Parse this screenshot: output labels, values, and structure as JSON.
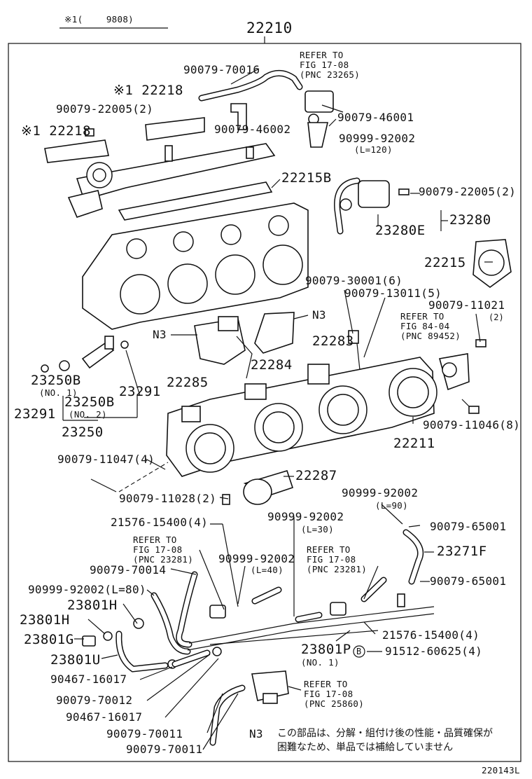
{
  "header": {
    "note_ref": "※1(　　 9808)",
    "assembly_number": "22210",
    "figure_code": "220143L"
  },
  "labels": {
    "l_90079_70016": "90079-70016",
    "refer_fig_17_08_a": [
      "REFER TO",
      "FIG 17-08",
      "(PNC 23265)"
    ],
    "l_22218_upper": "※1 22218",
    "l_90079_22005_2": "90079-22005(2)",
    "l_90079_46001": "90079-46001",
    "l_22218_lower": "※1 22218",
    "l_90079_46002": "90079-46002",
    "l_90999_92002_120": "90999-92002",
    "l_120": "(L=120)",
    "l_22215B": "22215B",
    "l_90079_22005_2_right": "90079-22005(2)",
    "l_23280": "23280",
    "l_23280E": "23280E",
    "l_22215": "22215",
    "l_90079_30001_6": "90079-30001(6)",
    "l_90079_13011_5": "90079-13011(5)",
    "l_90079_11021": "90079-11021",
    "l_2_small": "(2)",
    "l_N3_right": "N3",
    "l_N3_left": "N3",
    "refer_fig_84_04": [
      "REFER TO",
      "FIG 84-04",
      "(PNC 89452)"
    ],
    "l_22283": "22283",
    "l_22284": "22284",
    "l_23250B_no1": "23250B",
    "l_no1": "(NO. 1)",
    "l_23250B_no2": "23250B",
    "l_no2": "(NO. 2)",
    "l_23291_right": "23291",
    "l_23291_left": "23291",
    "l_23250": "23250",
    "l_22285": "22285",
    "l_90079_11046_8": "90079-11046(8)",
    "l_22211": "22211",
    "l_90079_11047_4": "90079-11047(4)",
    "l_22287": "22287",
    "l_90079_11028_2": "90079-11028(2)",
    "l_90999_92002_90": "90999-92002",
    "l_90": "(L=90)",
    "l_21576_15400_4_top": "21576-15400(4)",
    "l_90999_92002_30": "90999-92002",
    "l_30": "(L=30)",
    "l_90079_65001_top": "90079-65001",
    "refer_fig_17_08_b": [
      "REFER TO",
      "FIG 17-08",
      "(PNC 23281)"
    ],
    "refer_fig_17_08_c": [
      "REFER TO",
      "FIG 17-08",
      "(PNC 23281)"
    ],
    "l_23271F": "23271F",
    "l_90999_92002_40": "90999-92002",
    "l_40": "(L=40)",
    "l_90079_70014": "90079-70014",
    "l_90079_65001_bottom": "90079-65001",
    "l_90999_92002_80": "90999-92002(L=80)",
    "l_23801H_a": "23801H",
    "l_23801H_b": "23801H",
    "l_23801G": "23801G",
    "l_21576_15400_4_bottom": "21576-15400(4)",
    "l_23801P": "23801P",
    "l_no1_p": "(NO. 1)",
    "l_B_circle": "B",
    "l_91512_60625_4": "91512-60625(4)",
    "l_23801U": "23801U",
    "l_90467_16017_a": "90467-16017",
    "l_90079_70012": "90079-70012",
    "refer_fig_17_08_d": [
      "REFER TO",
      "FIG 17-08",
      "(PNC 25860)"
    ],
    "l_90467_16017_b": "90467-16017",
    "l_90079_70011_a": "90079-70011",
    "l_90079_70011_b": "90079-70011"
  },
  "footnote": {
    "mark": "N3",
    "line1": "この部品は、分解・組付け後の性能・品質確保が",
    "line2": "困難なため、単品では補給していません"
  }
}
